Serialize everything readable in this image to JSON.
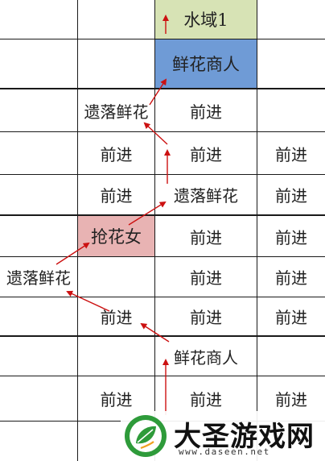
{
  "colors": {
    "water": "#d7e3b5",
    "merchant": "#6f9bd6",
    "thief": "#e8b3b3",
    "arrow": "#cc1111"
  },
  "cells": {
    "water_1": "水域1",
    "merchant_top": "鲜花商人",
    "lost_flower_r2": "遗落鲜花",
    "forward_r2": "前进",
    "forward_r3_c2": "前进",
    "forward_r3_c3": "前进",
    "forward_r3_c4": "前进",
    "forward_r4_c2": "前进",
    "lost_flower_r4": "遗落鲜花",
    "forward_r4_c4": "前进",
    "thief": "抢花女",
    "forward_r5_c3": "前进",
    "forward_r5_c4": "前进",
    "lost_flower_r6": "遗落鲜花",
    "forward_r6_c3": "前进",
    "forward_r6_c4": "前进",
    "forward_r7_c2": "前进",
    "forward_r7_c3": "前进",
    "forward_r7_c4": "前进",
    "merchant_bottom": "鲜花商人",
    "forward_r9_c2": "前进",
    "forward_r9_c3": "前进",
    "forward_r9_c4": "前进"
  },
  "watermark": {
    "title": "大圣游戏网",
    "url": "www.daseen.net",
    "icon": "leaf-logo-icon"
  }
}
